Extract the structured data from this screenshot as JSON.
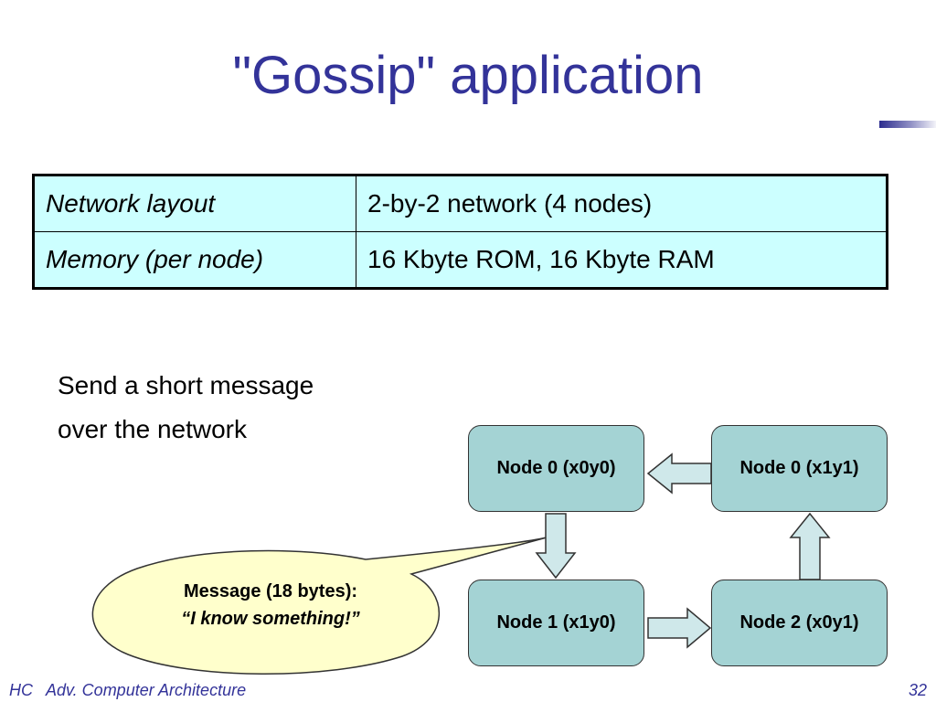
{
  "slide": {
    "title": "\"Gossip\" application"
  },
  "spec_table": {
    "rows": [
      {
        "key": "Network layout",
        "value": "2-by-2 network (4 nodes)"
      },
      {
        "key": "Memory (per node)",
        "value": "16 Kbyte ROM, 16 Kbyte RAM"
      }
    ]
  },
  "body": {
    "line1": "Send a short message",
    "line2": "over the network"
  },
  "diagram": {
    "nodes": {
      "top_left": "Node 0 (x0y0)",
      "top_right": "Node 0 (x1y1)",
      "bottom_left": "Node 1 (x1y0)",
      "bottom_right": "Node 2 (x0y1)"
    },
    "callout": {
      "line1": "Message (18 bytes):",
      "line2": "“I know something!”"
    },
    "colors": {
      "node_fill": "#a4d3d4",
      "arrow_fill": "#cfe8ea",
      "callout_fill": "#ffffcc"
    }
  },
  "footer": {
    "left_part1": "HC",
    "left_part2": "Adv. Computer Architecture",
    "page_number": "32"
  },
  "colors": {
    "title": "#333399",
    "table_fill": "#ccffff"
  }
}
